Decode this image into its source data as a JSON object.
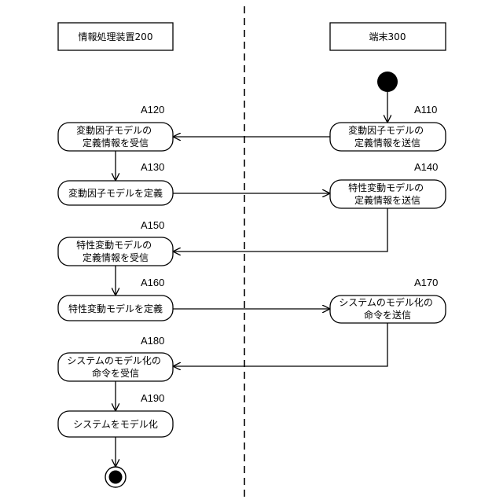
{
  "lanes": {
    "left": "情報処理装置200",
    "right": "端末300"
  },
  "nodes": {
    "a110": {
      "id": "A110",
      "lines": [
        "変動因子モデルの",
        "定義情報を送信"
      ]
    },
    "a120": {
      "id": "A120",
      "lines": [
        "変動因子モデルの",
        "定義情報を受信"
      ]
    },
    "a130": {
      "id": "A130",
      "lines": [
        "変動因子モデルを定義"
      ]
    },
    "a140": {
      "id": "A140",
      "lines": [
        "特性変動モデルの",
        "定義情報を送信"
      ]
    },
    "a150": {
      "id": "A150",
      "lines": [
        "特性変動モデルの",
        "定義情報を受信"
      ]
    },
    "a160": {
      "id": "A160",
      "lines": [
        "特性変動モデルを定義"
      ]
    },
    "a170": {
      "id": "A170",
      "lines": [
        "システムのモデル化の",
        "命令を送信"
      ]
    },
    "a180": {
      "id": "A180",
      "lines": [
        "システムのモデル化の",
        "命令を受信"
      ]
    },
    "a190": {
      "id": "A190",
      "lines": [
        "システムをモデル化"
      ]
    }
  },
  "colors": {
    "stroke": "#000000",
    "background": "#ffffff"
  }
}
